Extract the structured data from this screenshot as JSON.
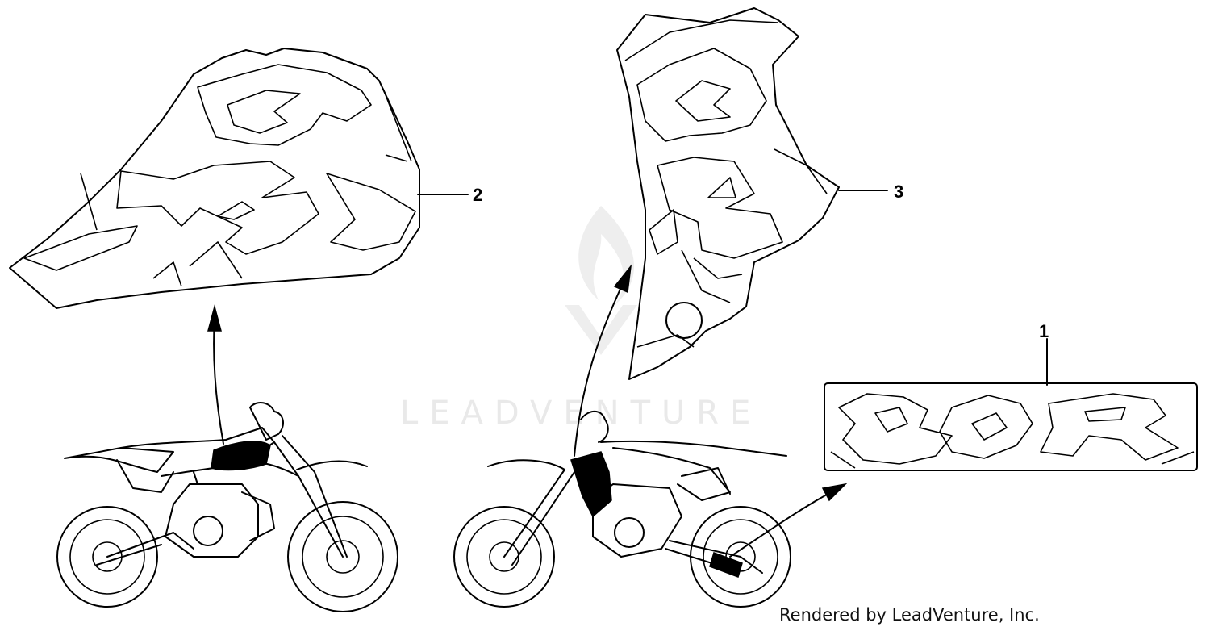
{
  "watermark": {
    "text": "LEADVENTURE"
  },
  "callouts": {
    "part_1": "1",
    "part_2": "2",
    "part_3": "3"
  },
  "credit": "Rendered by LeadVenture, Inc.",
  "colors": {
    "line": "#000000",
    "watermark": "#e9e9e9",
    "background": "#ffffff"
  }
}
